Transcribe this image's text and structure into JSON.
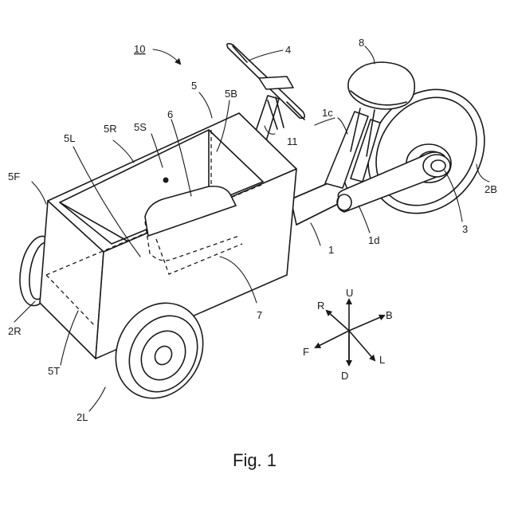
{
  "figure": {
    "caption": "Fig. 1",
    "overall_ref": "10",
    "labels": {
      "frame": "1",
      "frame_upper": "1c",
      "frame_arm": "1d",
      "wheel_rear": "2B",
      "wheel_right": "2R",
      "wheel_left": "2L",
      "motor": "3",
      "handlebar": "4",
      "box": "5",
      "box_back": "5B",
      "box_front": "5F",
      "box_left": "5L",
      "box_right": "5R",
      "box_space": "5S",
      "box_bottom": "5T",
      "seat_cushion": "6",
      "seat_frame": "7",
      "saddle": "8",
      "steering": "11"
    },
    "directions": {
      "up": "U",
      "down": "D",
      "front": "F",
      "back": "B",
      "right": "R",
      "left": "L"
    }
  }
}
